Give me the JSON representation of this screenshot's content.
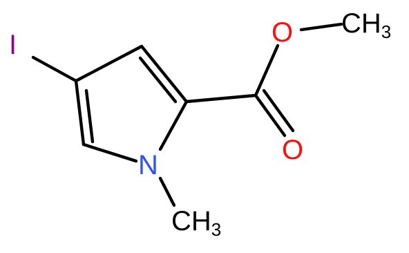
{
  "molecule": {
    "atoms": {
      "iodine": {
        "symbol": "I",
        "color": "#940094"
      },
      "nitrogen": {
        "symbol": "N",
        "color": "#3050f8"
      },
      "carbonyl_oxygen": {
        "symbol": "O",
        "color": "#ff0d0d"
      },
      "ester_oxygen": {
        "symbol": "O",
        "color": "#ff0d0d"
      },
      "ester_methyl": {
        "symbol": "CH",
        "subscript": "3",
        "color": "#000000"
      },
      "n_methyl": {
        "symbol": "CH",
        "subscript": "3",
        "color": "#000000"
      }
    },
    "bond_color": "#000000"
  }
}
